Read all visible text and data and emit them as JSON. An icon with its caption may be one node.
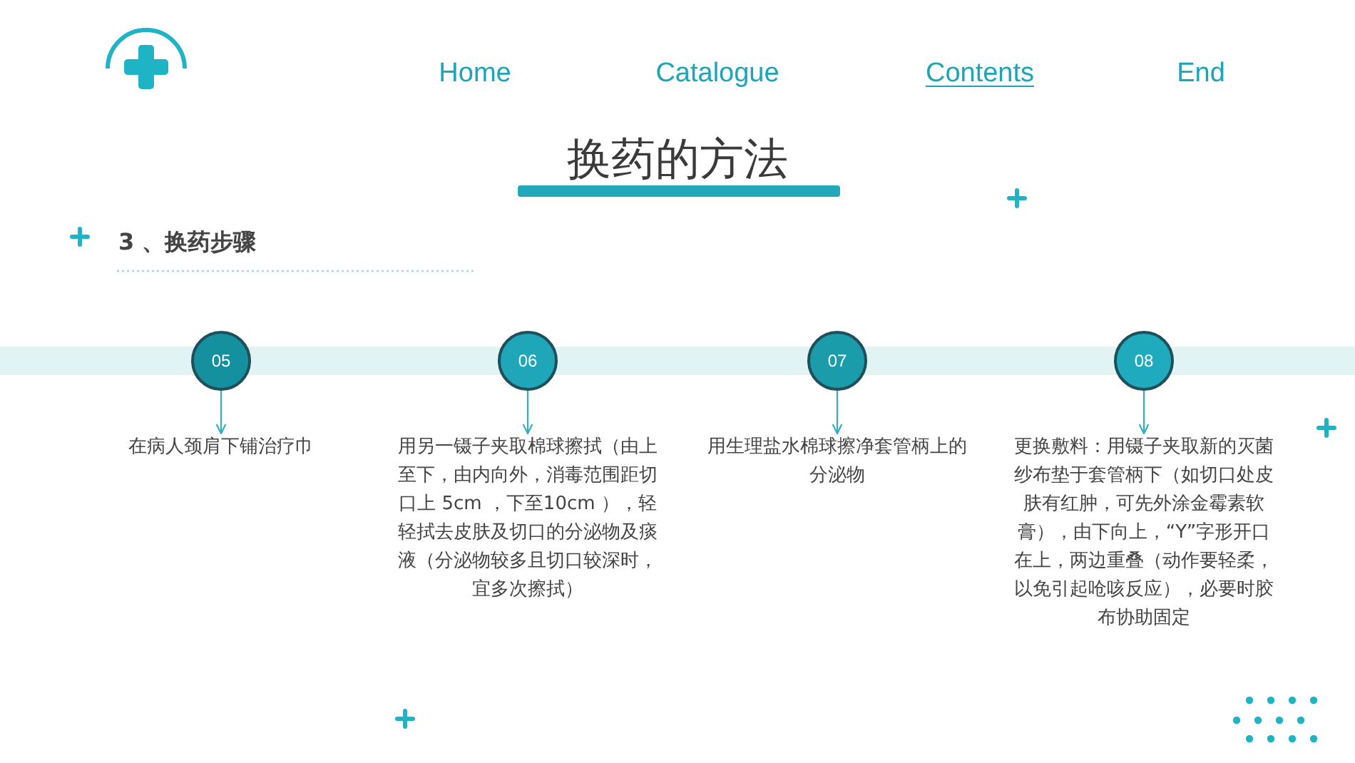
{
  "diagram": {
    "title": "换药的方法",
    "nodes": [
      {
        "text": [],
        "shape": "bar"
      },
      {
        "text": [
          "05"
        ]
      },
      {
        "text": [
          "06"
        ]
      },
      {
        "text": [
          "07"
        ]
      },
      {
        "text": [
          "08"
        ]
      },
      {
        "text": [
          "在病人颈肩下铺治疗巾"
        ]
      },
      {
        "text": [
          "用另一镊子夹取棉球擦拭（由上至下，由内向外，消毒范围距切口上 5cm ，下至10cm ），轻轻拭去皮肤及切口的分泌物及痰液（分泌物较多且切口较深时，宜多次擦拭）"
        ]
      },
      {
        "text": [
          "用生理盐水棉球擦净套管柄上的分泌物"
        ]
      },
      {
        "text": [
          "更换敷料：用镊子夹取新的灭菌纱布垫于套管柄下（如切口处皮肤有红肿，可先外涂金霉素软膏），由下向上，“Y”字形开口在上，两边重叠（动作要轻柔，以免引起呛咳反应），必要时胶布协助固定"
        ]
      }
    ],
    "edges": [
      {
        "from": 1,
        "to": 5,
        "arrow": "to"
      },
      {
        "from": 2,
        "to": 6,
        "arrow": "to"
      },
      {
        "from": 3,
        "to": 7,
        "arrow": "to"
      },
      {
        "from": 4,
        "to": 8,
        "arrow": "to"
      }
    ],
    "labels": [
      "Home",
      "Catalogue",
      "Contents",
      "End",
      "3 、换药步骤"
    ]
  }
}
